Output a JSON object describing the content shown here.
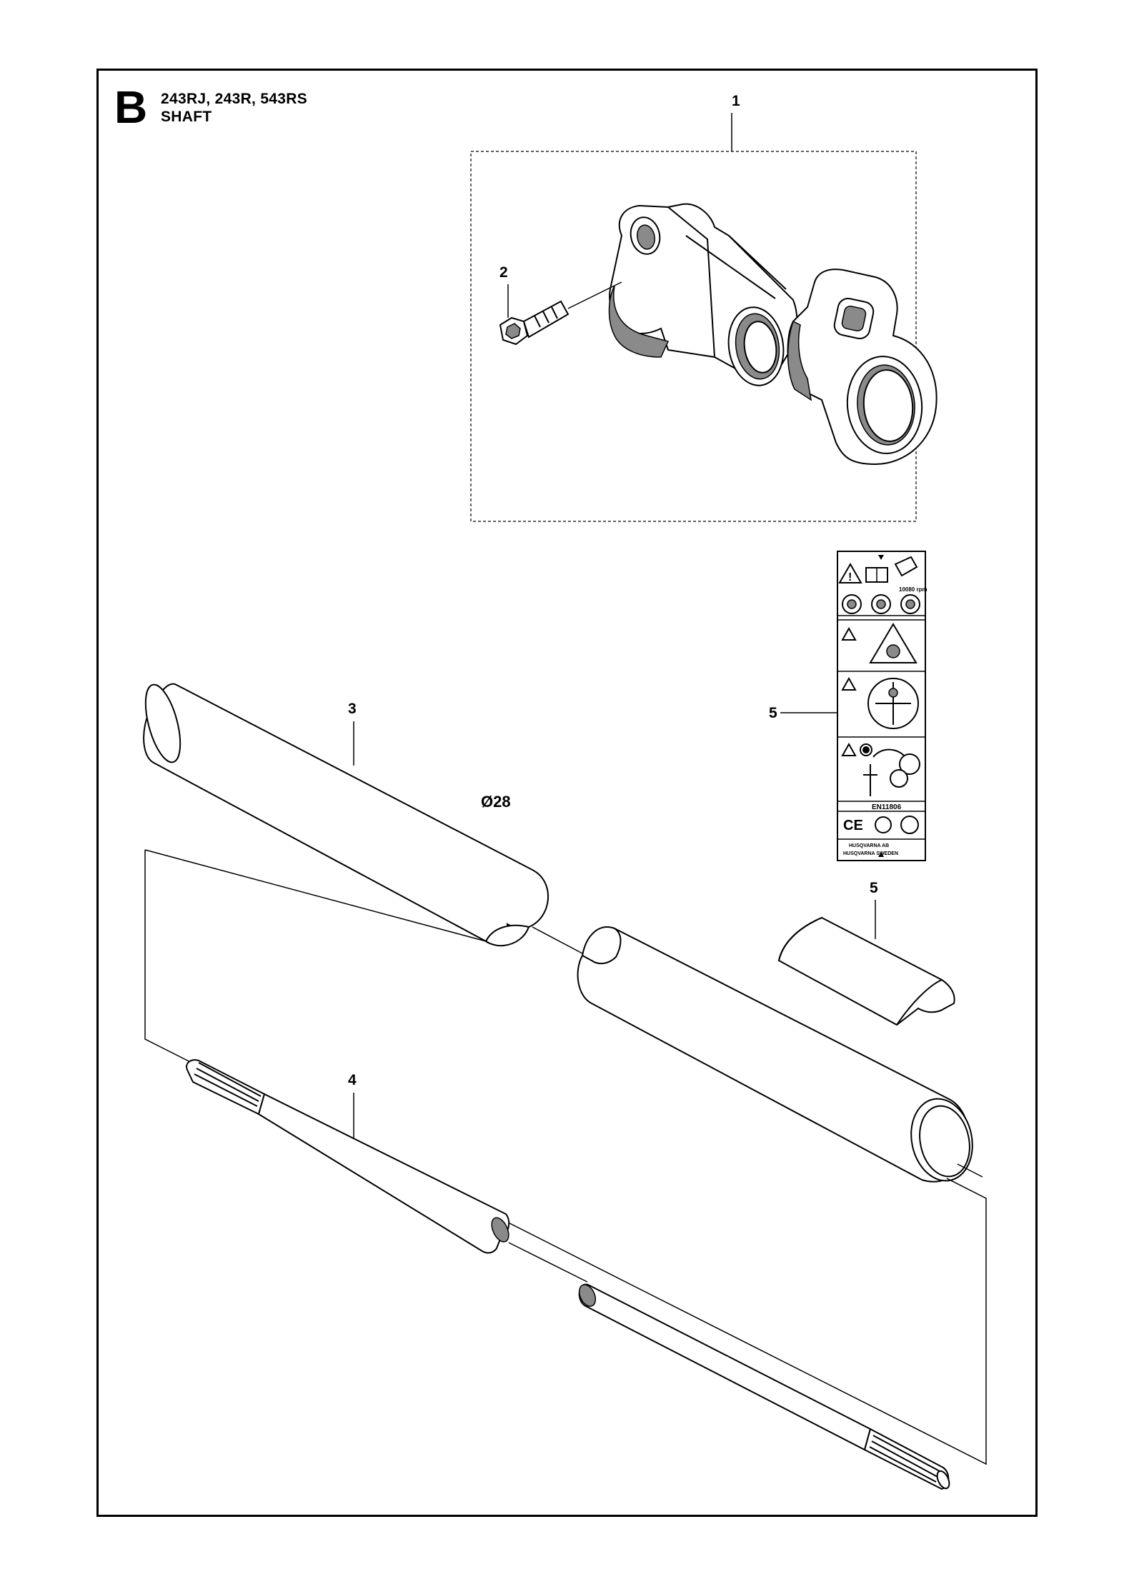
{
  "header": {
    "section_letter": "B",
    "models": "243RJ, 243R, 543RS",
    "title": "SHAFT"
  },
  "callouts": [
    {
      "id": "c1",
      "number": "1"
    },
    {
      "id": "c2",
      "number": "2"
    },
    {
      "id": "c3",
      "number": "3"
    },
    {
      "id": "c4",
      "number": "4"
    },
    {
      "id": "c5a",
      "number": "5"
    },
    {
      "id": "c5b",
      "number": "5"
    }
  ],
  "dimension": "Ø28",
  "decal": {
    "rpm": "10080 rpm",
    "standard": "EN11806",
    "maker_line1": "HUSQVARNA AB",
    "maker_line2": "HUSQVARNA SWEDEN"
  }
}
